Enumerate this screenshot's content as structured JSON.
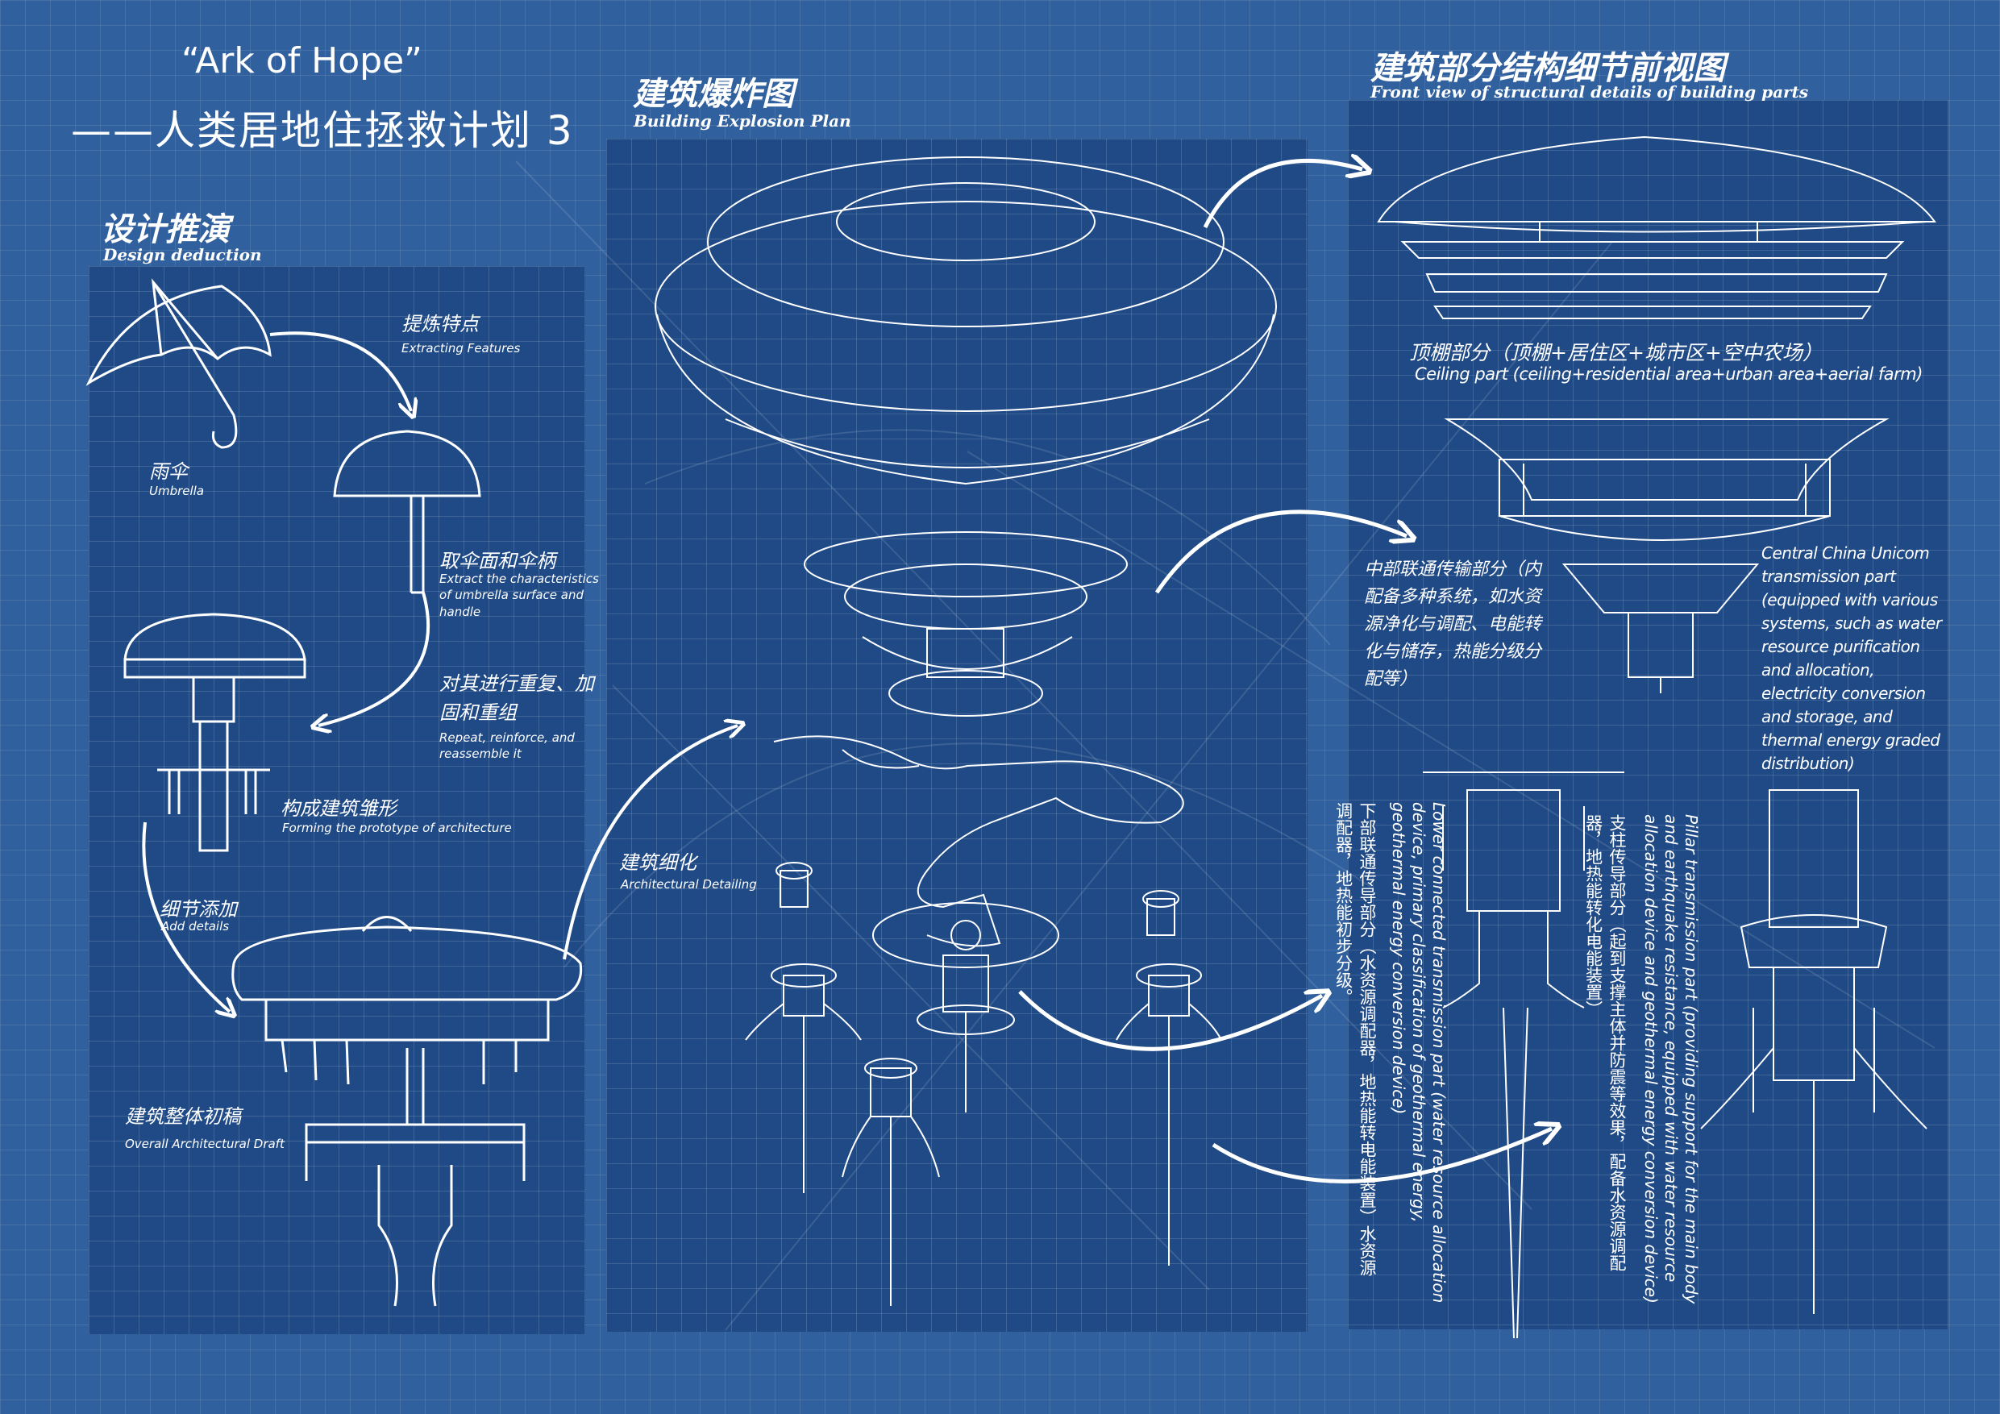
{
  "title": {
    "en": "“Ark of Hope”",
    "zh": "——人类居地住拯救计划 3"
  },
  "design_deduction": {
    "heading_zh": "设计推演",
    "heading_en": "Design deduction",
    "steps": [
      {
        "zh": "雨伞",
        "en": "Umbrella"
      },
      {
        "zh": "提炼特点",
        "en": "Extracting Features"
      },
      {
        "zh": "取伞面和伞柄",
        "en": "Extract the characteristics of umbrella surface and handle"
      },
      {
        "zh": "对其进行重复、加固和重组",
        "en": "Repeat, reinforce, and reassemble it"
      },
      {
        "zh": "构成建筑雏形",
        "en": "Forming the prototype of architecture"
      },
      {
        "zh": "细节添加",
        "en": "Add details"
      },
      {
        "zh": "建筑整体初稿",
        "en": "Overall Architectural Draft"
      }
    ]
  },
  "explosion": {
    "heading_zh": "建筑爆炸图",
    "heading_en": "Building Explosion Plan",
    "detailing_zh": "建筑细化",
    "detailing_en": "Architectural Detailing"
  },
  "front_view": {
    "heading_zh": "建筑部分结构细节前视图",
    "heading_en": "Front view of structural details of building parts",
    "ceiling_zh": "顶棚部分（顶棚+居住区+城市区+空中农场）",
    "ceiling_en": "Ceiling part (ceiling+residential area+urban area+aerial farm)",
    "central_zh": "中部联通传输部分（内配备多种系统，如水资源净化与调配、电能转化与储存，热能分级分配等）",
    "central_en": "Central China Unicom transmission part (equipped with various systems, such as water resource purification and allocation, electricity conversion and storage, and thermal energy graded distribution)",
    "lower_zh": "下部联通传导部分（水资源调配器，地热能转电能装置）水资源调配器，地热能初步分级。",
    "lower_en": "Lower connected transmission part (water resource allocation device, primary classification of geothermal energy, geothermal energy conversion device)",
    "pillar_zh": "支柱传导部分（起到支撑主体并防震等效果，配备水资源调配器，地热能转化电能装置）",
    "pillar_en": "Pillar transmission part (providing support for the main body and earthquake resistance, equipped with water resource allocation device and geothermal energy conversion device)"
  },
  "colors": {
    "background": "#30609e",
    "panel": "#1f4a86",
    "ink": "#ffffff"
  }
}
